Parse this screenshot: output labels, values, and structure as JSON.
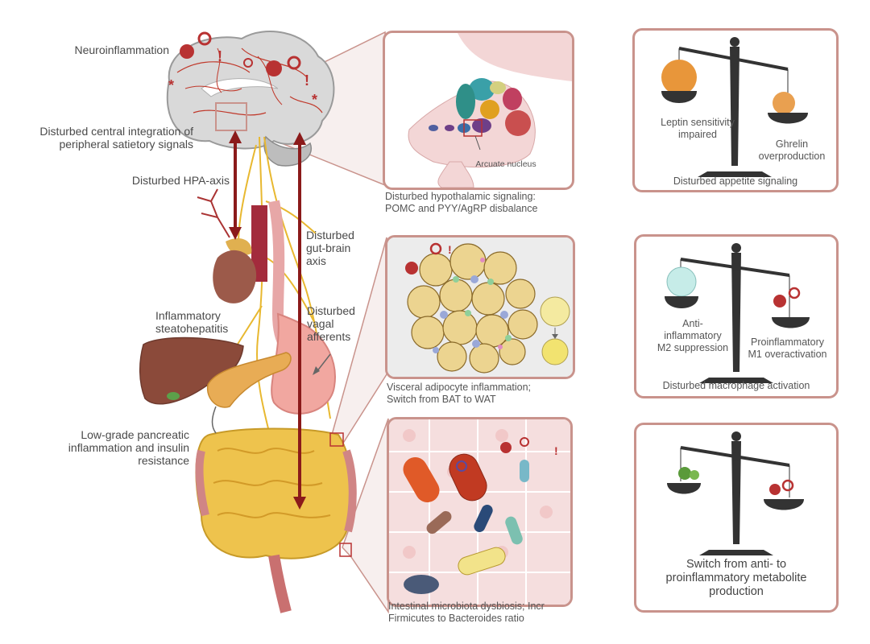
{
  "anatomy": {
    "neuroinflammation": "Neuroinflammation",
    "central_integration": "Disturbed central integration of\nperipheral satietory signals",
    "hpa_axis": "Disturbed HPA-axis",
    "gut_brain_axis": "Disturbed\ngut-brain\naxis",
    "vagal_afferents": "Disturbed\nvagal\nafferents",
    "steatohepatitis": "Inflammatory\nsteatohepatitis",
    "pancreatic": "Low-grade pancreatic\ninflammation and insulin\nresistance"
  },
  "panels": {
    "hypothalamus": {
      "inner_label": "Arcuate nucleus",
      "caption": "Disturbed hypothalamic signaling:\nPOMC and PYY/AgRP disbalance"
    },
    "adipocyte": {
      "caption": "Visceral adipocyte inflammation;\nSwitch from BAT to WAT"
    },
    "microbiota": {
      "caption": "Intestinal microbiota dysbiosis; Incr\nFirmicutes to Bacteroides ratio"
    }
  },
  "scales": {
    "appetite": {
      "left_label": "Leptin sensitivity\nimpaired",
      "right_label": "Ghrelin\noverproduction",
      "caption": "Disturbed appetite signaling"
    },
    "macrophage": {
      "left_label": "Anti-\ninflammatory\nM2 suppression",
      "right_label": "Proinflammatory\nM1 overactivation",
      "caption": "Disturbed macrophage activation"
    },
    "metabolite": {
      "caption": "Switch from anti- to\nproinflammatory metabolite\nproduction"
    }
  },
  "colors": {
    "panel_border": "#c9938c",
    "arrow_red": "#8b1a1a",
    "nerve_yellow": "#e8b830",
    "scale_dark": "#333333"
  }
}
